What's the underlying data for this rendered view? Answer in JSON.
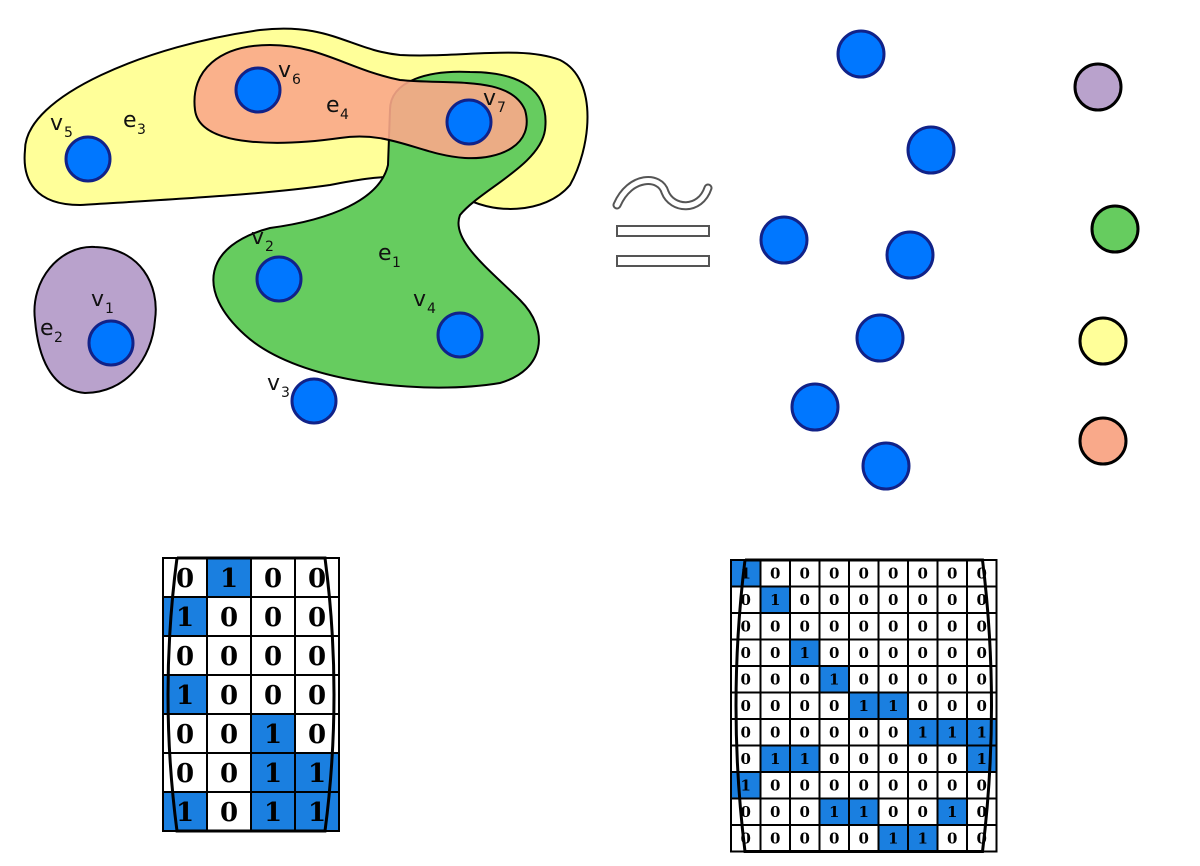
{
  "hypergraph": {
    "vertices": [
      {
        "id": "v1",
        "letter": "v",
        "sub": "1"
      },
      {
        "id": "v2",
        "letter": "v",
        "sub": "2"
      },
      {
        "id": "v3",
        "letter": "v",
        "sub": "3"
      },
      {
        "id": "v4",
        "letter": "v",
        "sub": "4"
      },
      {
        "id": "v5",
        "letter": "v",
        "sub": "5"
      },
      {
        "id": "v6",
        "letter": "v",
        "sub": "6"
      },
      {
        "id": "v7",
        "letter": "v",
        "sub": "7"
      }
    ],
    "hyperedges": [
      {
        "id": "e1",
        "letter": "e",
        "sub": "1",
        "color": "#66cc5f"
      },
      {
        "id": "e2",
        "letter": "e",
        "sub": "2",
        "color": "#b9a2cc"
      },
      {
        "id": "e3",
        "letter": "e",
        "sub": "3",
        "color": "#ffff99"
      },
      {
        "id": "e4",
        "letter": "e",
        "sub": "4",
        "color": "#f9a98a"
      }
    ]
  },
  "symbol": "≅",
  "colors": {
    "vertex": "#0077ff",
    "vertex_stroke": "#112288",
    "matrix_highlight": "#1a7fe0"
  },
  "incidence_matrix": [
    [
      "0",
      "1",
      "0",
      "0"
    ],
    [
      "1",
      "0",
      "0",
      "0"
    ],
    [
      "0",
      "0",
      "0",
      "0"
    ],
    [
      "1",
      "0",
      "0",
      "0"
    ],
    [
      "0",
      "0",
      "1",
      "0"
    ],
    [
      "0",
      "0",
      "1",
      "1"
    ],
    [
      "1",
      "0",
      "1",
      "1"
    ]
  ],
  "bipartite_matrix": [
    [
      "1",
      "0",
      "0",
      "0",
      "0",
      "0",
      "0",
      "0",
      "0"
    ],
    [
      "0",
      "1",
      "0",
      "0",
      "0",
      "0",
      "0",
      "0",
      "0"
    ],
    [
      "0",
      "0",
      "0",
      "0",
      "0",
      "0",
      "0",
      "0",
      "0"
    ],
    [
      "0",
      "0",
      "1",
      "0",
      "0",
      "0",
      "0",
      "0",
      "0"
    ],
    [
      "0",
      "0",
      "0",
      "1",
      "0",
      "0",
      "0",
      "0",
      "0"
    ],
    [
      "0",
      "0",
      "0",
      "0",
      "1",
      "1",
      "0",
      "0",
      "0"
    ],
    [
      "0",
      "0",
      "0",
      "0",
      "0",
      "0",
      "1",
      "1",
      "1"
    ],
    [
      "0",
      "1",
      "1",
      "0",
      "0",
      "0",
      "0",
      "0",
      "1"
    ],
    [
      "1",
      "0",
      "0",
      "0",
      "0",
      "0",
      "0",
      "0",
      "0"
    ],
    [
      "0",
      "0",
      "0",
      "1",
      "1",
      "0",
      "0",
      "1",
      "0"
    ],
    [
      "0",
      "0",
      "0",
      "0",
      "0",
      "1",
      "1",
      "0",
      "0"
    ]
  ]
}
